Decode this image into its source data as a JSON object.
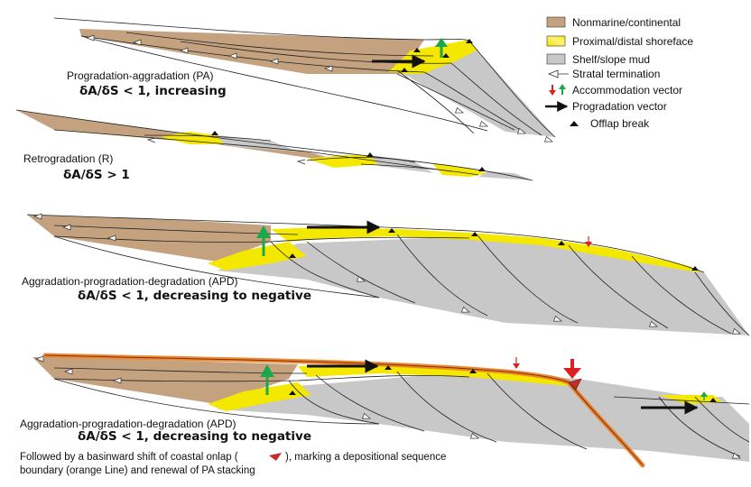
{
  "legend": {
    "items": [
      {
        "id": "nonmarine",
        "label": "Nonmarine/continental"
      },
      {
        "id": "shoreface",
        "label": "Proximal/distal shoreface"
      },
      {
        "id": "shelf",
        "label": "Shelf/slope mud"
      },
      {
        "id": "termination",
        "label": "Stratal termination"
      },
      {
        "id": "accommodation",
        "label": "Accommodation vector"
      },
      {
        "id": "progradation",
        "label": "Progradation vector"
      },
      {
        "id": "offlap",
        "label": "Offlap break"
      }
    ]
  },
  "panels": {
    "pa": {
      "title": "Progradation-aggradation (PA)",
      "ratio": "δA/δS < 1, increasing"
    },
    "r": {
      "title": "Retrogradation (R)",
      "ratio": "δA/δS > 1"
    },
    "apd": {
      "title": "Aggradation-progradation-degradation (APD)",
      "ratio": "δA/δS < 1, decreasing to negative"
    },
    "apd2": {
      "title": "Aggradation-progradation-degradation (APD)",
      "ratio": "δA/δS < 1, decreasing to negative",
      "caption_line1_a": "Followed by a basinward shift of coastal onlap (",
      "caption_line1_b": "), marking a depositional sequence",
      "caption_line2": "boundary (orange Line) and renewal of PA stacking"
    }
  },
  "colors": {
    "nonmarine": "#c4a27f",
    "shoreface": "#f5e800",
    "shelf": "#c8c8c8",
    "accommodation_up": "#1aa84a",
    "accommodation_down": "#e02020",
    "boundary": "#ee8a2a"
  }
}
